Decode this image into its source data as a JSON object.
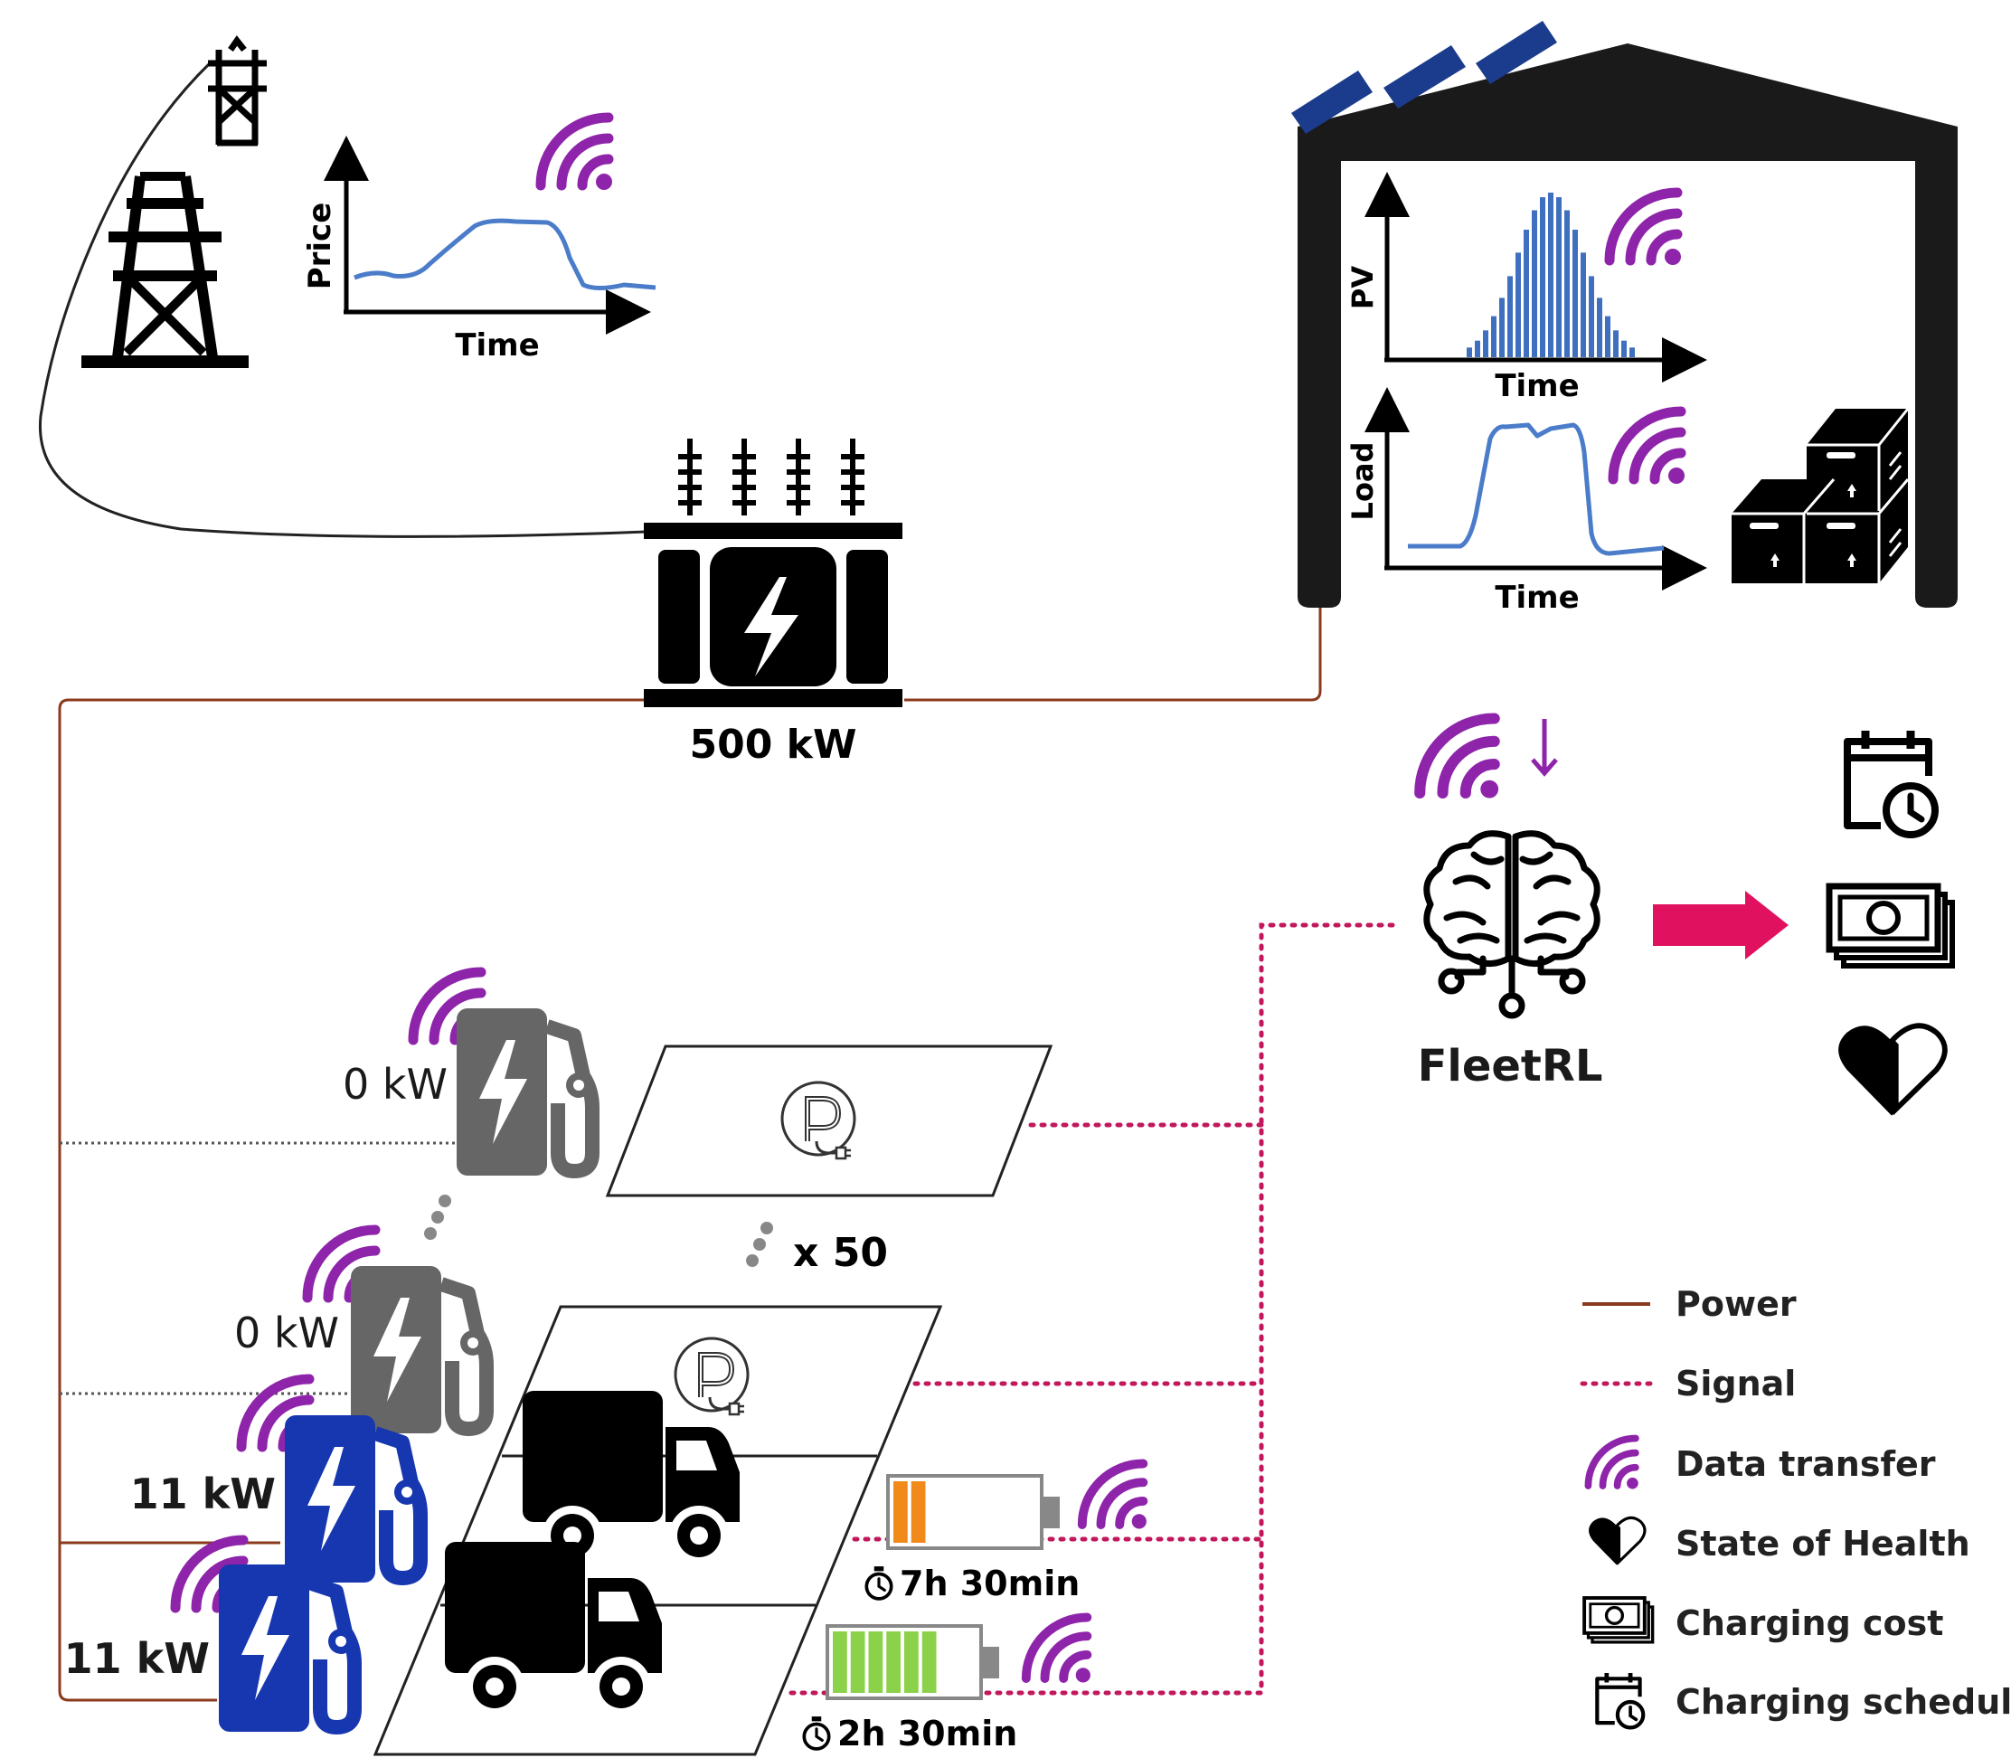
{
  "colors": {
    "power": "#8b3a1e",
    "signal": "#c2185b",
    "data": "#8e24aa",
    "curve": "#4a7cc9",
    "pv_bars": "#3f6fbf",
    "charger_gray": "#666666",
    "charger_blue": "#1637b0",
    "solar": "#1b3c8c",
    "arrow": "#e0115f",
    "battery_orange": "#f08a1a",
    "battery_green": "#8bd14a"
  },
  "grid": {
    "price_chart": {
      "ylabel": "Price",
      "xlabel": "Time"
    }
  },
  "warehouse": {
    "pv_chart": {
      "ylabel": "PV",
      "xlabel": "Time"
    },
    "load_chart": {
      "ylabel": "Load",
      "xlabel": "Time"
    }
  },
  "transformer": {
    "label": "500 kW"
  },
  "agent": {
    "label": "FleetRL"
  },
  "chargers": [
    {
      "power": "0 kW",
      "icon": "charger-gray-icon"
    },
    {
      "power": "0 kW",
      "icon": "charger-gray-icon"
    },
    {
      "power": "11 kW",
      "icon": "charger-blue-icon"
    },
    {
      "power": "11 kW",
      "icon": "charger-blue-icon"
    }
  ],
  "multiplier": "x 50",
  "vehicles": [
    {
      "battery_level": 0.3,
      "time_left": "7h 30min"
    },
    {
      "battery_level": 0.75,
      "time_left": "2h 30min"
    }
  ],
  "legend": {
    "items": [
      {
        "label": "Power",
        "icon": "power-line-icon"
      },
      {
        "label": "Signal",
        "icon": "signal-line-icon"
      },
      {
        "label": "Data transfer",
        "icon": "wifi-icon"
      },
      {
        "label": "State of Health",
        "icon": "heart-icon"
      },
      {
        "label": "Charging cost",
        "icon": "money-icon"
      },
      {
        "label": "Charging schedule",
        "icon": "calendar-clock-icon"
      }
    ]
  }
}
